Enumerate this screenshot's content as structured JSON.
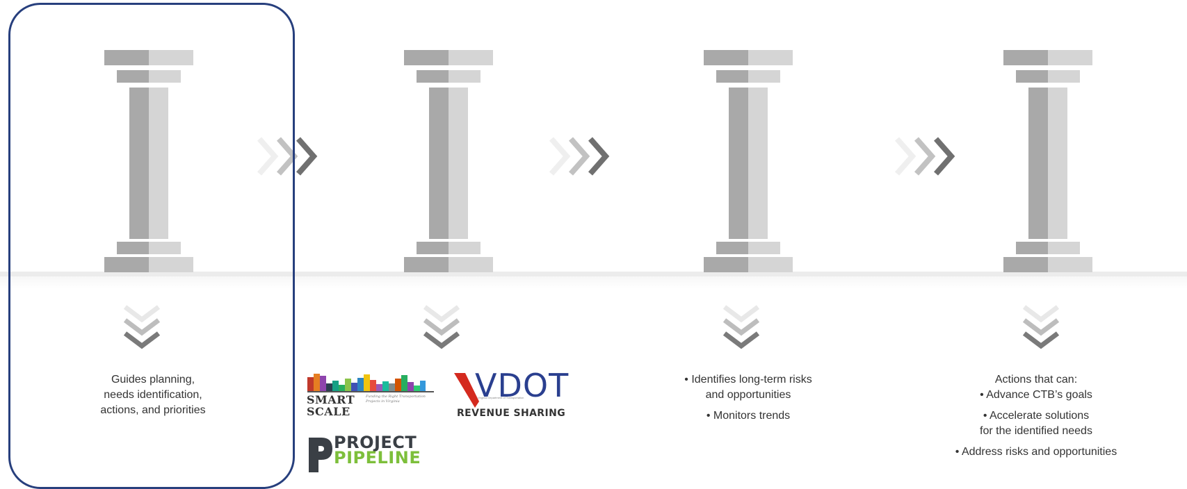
{
  "columns": [
    {
      "lines": [
        "Guides planning,",
        "needs identification,",
        "actions, and priorities"
      ]
    },
    {
      "logos": {
        "smart_scale_title": [
          "SMART",
          "SCALE"
        ],
        "smart_scale_tagline": "Funding the Right Transportation Projects in Virginia",
        "vdot_word": "VDOT",
        "vdot_tagline": "Virginia Department of Transportation",
        "revenue_sharing": "REVENUE SHARING",
        "project_pipeline": [
          "PROJECT",
          "PIPELINE"
        ]
      }
    },
    {
      "bullets": [
        [
          "• Identifies long-term risks",
          "and opportunities"
        ],
        [
          "• Monitors trends"
        ]
      ]
    },
    {
      "intro": "Actions that can:",
      "bullets": [
        [
          "• Advance CTB’s goals"
        ],
        [
          "• Accelerate solutions",
          "for the identified needs"
        ],
        [
          "• Address risks and opportunities"
        ]
      ]
    }
  ],
  "colors": {
    "highlight_border": "#273f7d",
    "pillar_dark": "#a9a9a9",
    "pillar_light": "#d5d5d5",
    "text": "#333333",
    "vdot_red": "#d42a1f",
    "vdot_blue": "#2a3f8f",
    "pipeline_green": "#7dbf3b"
  },
  "icons": [
    "pillar-icon",
    "triple-chevron-right-icon",
    "triple-chevron-down-icon"
  ]
}
